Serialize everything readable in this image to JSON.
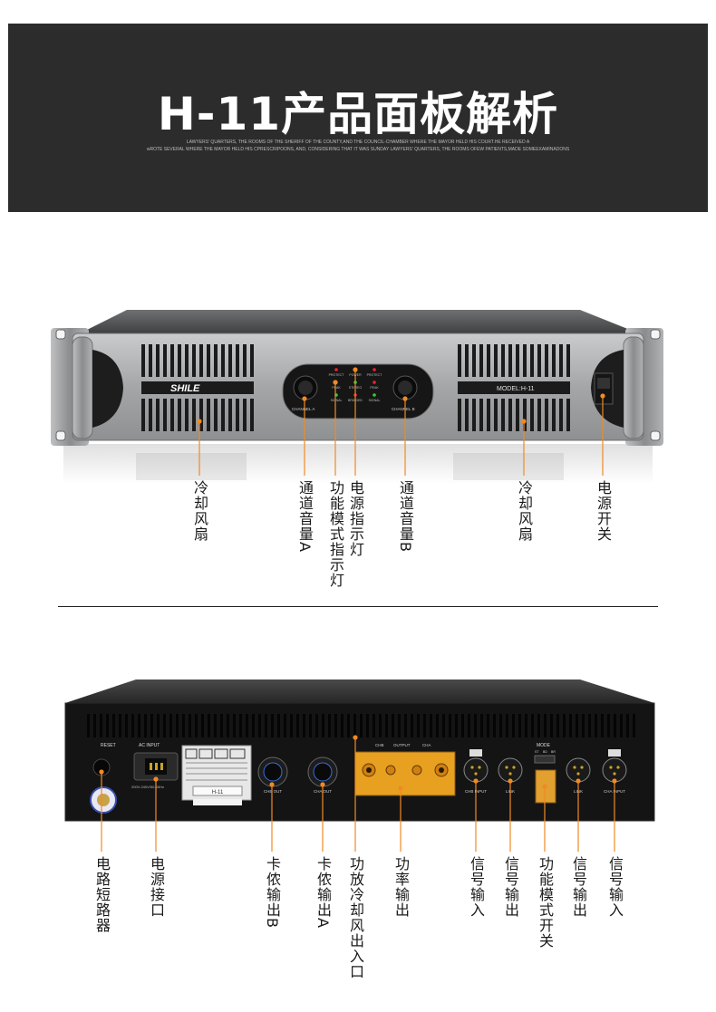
{
  "header": {
    "title": "H-11产品面板解析",
    "subtitle_line1": "LAWYERS' QUARTERS, THE ROOMS OF THE SHERIFF OF THE COUNTY,AND THE COUNCIL-CHAMBER WHERE THE MAYOR HELD HIS COURT.HE RECEIVED A",
    "subtitle_line2": "wROTE SEVERAL WHERE THE MAYOR HELD HIS CPRESCRIPOONS, AND, CONSIDERING THAT IT WAS SUNDAY LAWYERS' QUARTERS, THE ROOMS OFEW PATIENTS,MADE SOMEEXAMINADONS"
  },
  "front_panel": {
    "brand": "SHILE",
    "model": "MODEL:H-11",
    "knob_a_label": "CHANNEL A",
    "knob_b_label": "CHANNEL B",
    "led_labels": [
      "PROTECT",
      "PEAK",
      "SIGNAL",
      "POWER",
      "STEREO",
      "BRIDGED",
      "PROTECT",
      "PEAK",
      "SIGNAL"
    ],
    "callouts": [
      {
        "id": "fan-left",
        "text": "冷却风扇"
      },
      {
        "id": "volume-a",
        "text": "通道音量A"
      },
      {
        "id": "mode-led",
        "text": "功能模式指示灯"
      },
      {
        "id": "power-led",
        "text": "电源指示灯"
      },
      {
        "id": "volume-b",
        "text": "通道音量B"
      },
      {
        "id": "fan-right",
        "text": "冷却风扇"
      },
      {
        "id": "power-switch",
        "text": "电源开关"
      }
    ]
  },
  "rear_panel": {
    "reset_label": "RESET",
    "ac_input_label": "AC INPUT",
    "ac_voltage": "200V-240V/50-60Hz",
    "nameplate_model": "H-11",
    "chb_out": "CHB OUT",
    "cha_out": "CHA OUT",
    "output_labels": [
      "CHB",
      "OUTPUT",
      "CHA"
    ],
    "chb_input": "CHB INPUT",
    "link": "LINK",
    "mode_label": "MODE",
    "mode_options": [
      "ST",
      "BD",
      "BR"
    ],
    "cha_input": "CHA INPUT",
    "callouts": [
      {
        "id": "breaker",
        "text": "电路短路器"
      },
      {
        "id": "power-inlet",
        "text": "电源接口"
      },
      {
        "id": "speakon-b",
        "text": "卡侬输出B"
      },
      {
        "id": "speakon-a",
        "text": "卡侬输出A"
      },
      {
        "id": "fan-vent",
        "text": "功放冷却风出入口"
      },
      {
        "id": "power-output",
        "text": "功率输出"
      },
      {
        "id": "signal-in-b",
        "text": "信号输入"
      },
      {
        "id": "signal-out-b",
        "text": "信号输出"
      },
      {
        "id": "mode-switch",
        "text": "功能模式开关"
      },
      {
        "id": "signal-out-a",
        "text": "信号输出"
      },
      {
        "id": "signal-in-a",
        "text": "信号输入"
      }
    ]
  },
  "colors": {
    "banner": "#2c2c2c",
    "callout_line": "#f08a24",
    "panel_silver": "#a7a9ab",
    "rear_black": "#141414",
    "terminal_orange": "#e8a020"
  }
}
